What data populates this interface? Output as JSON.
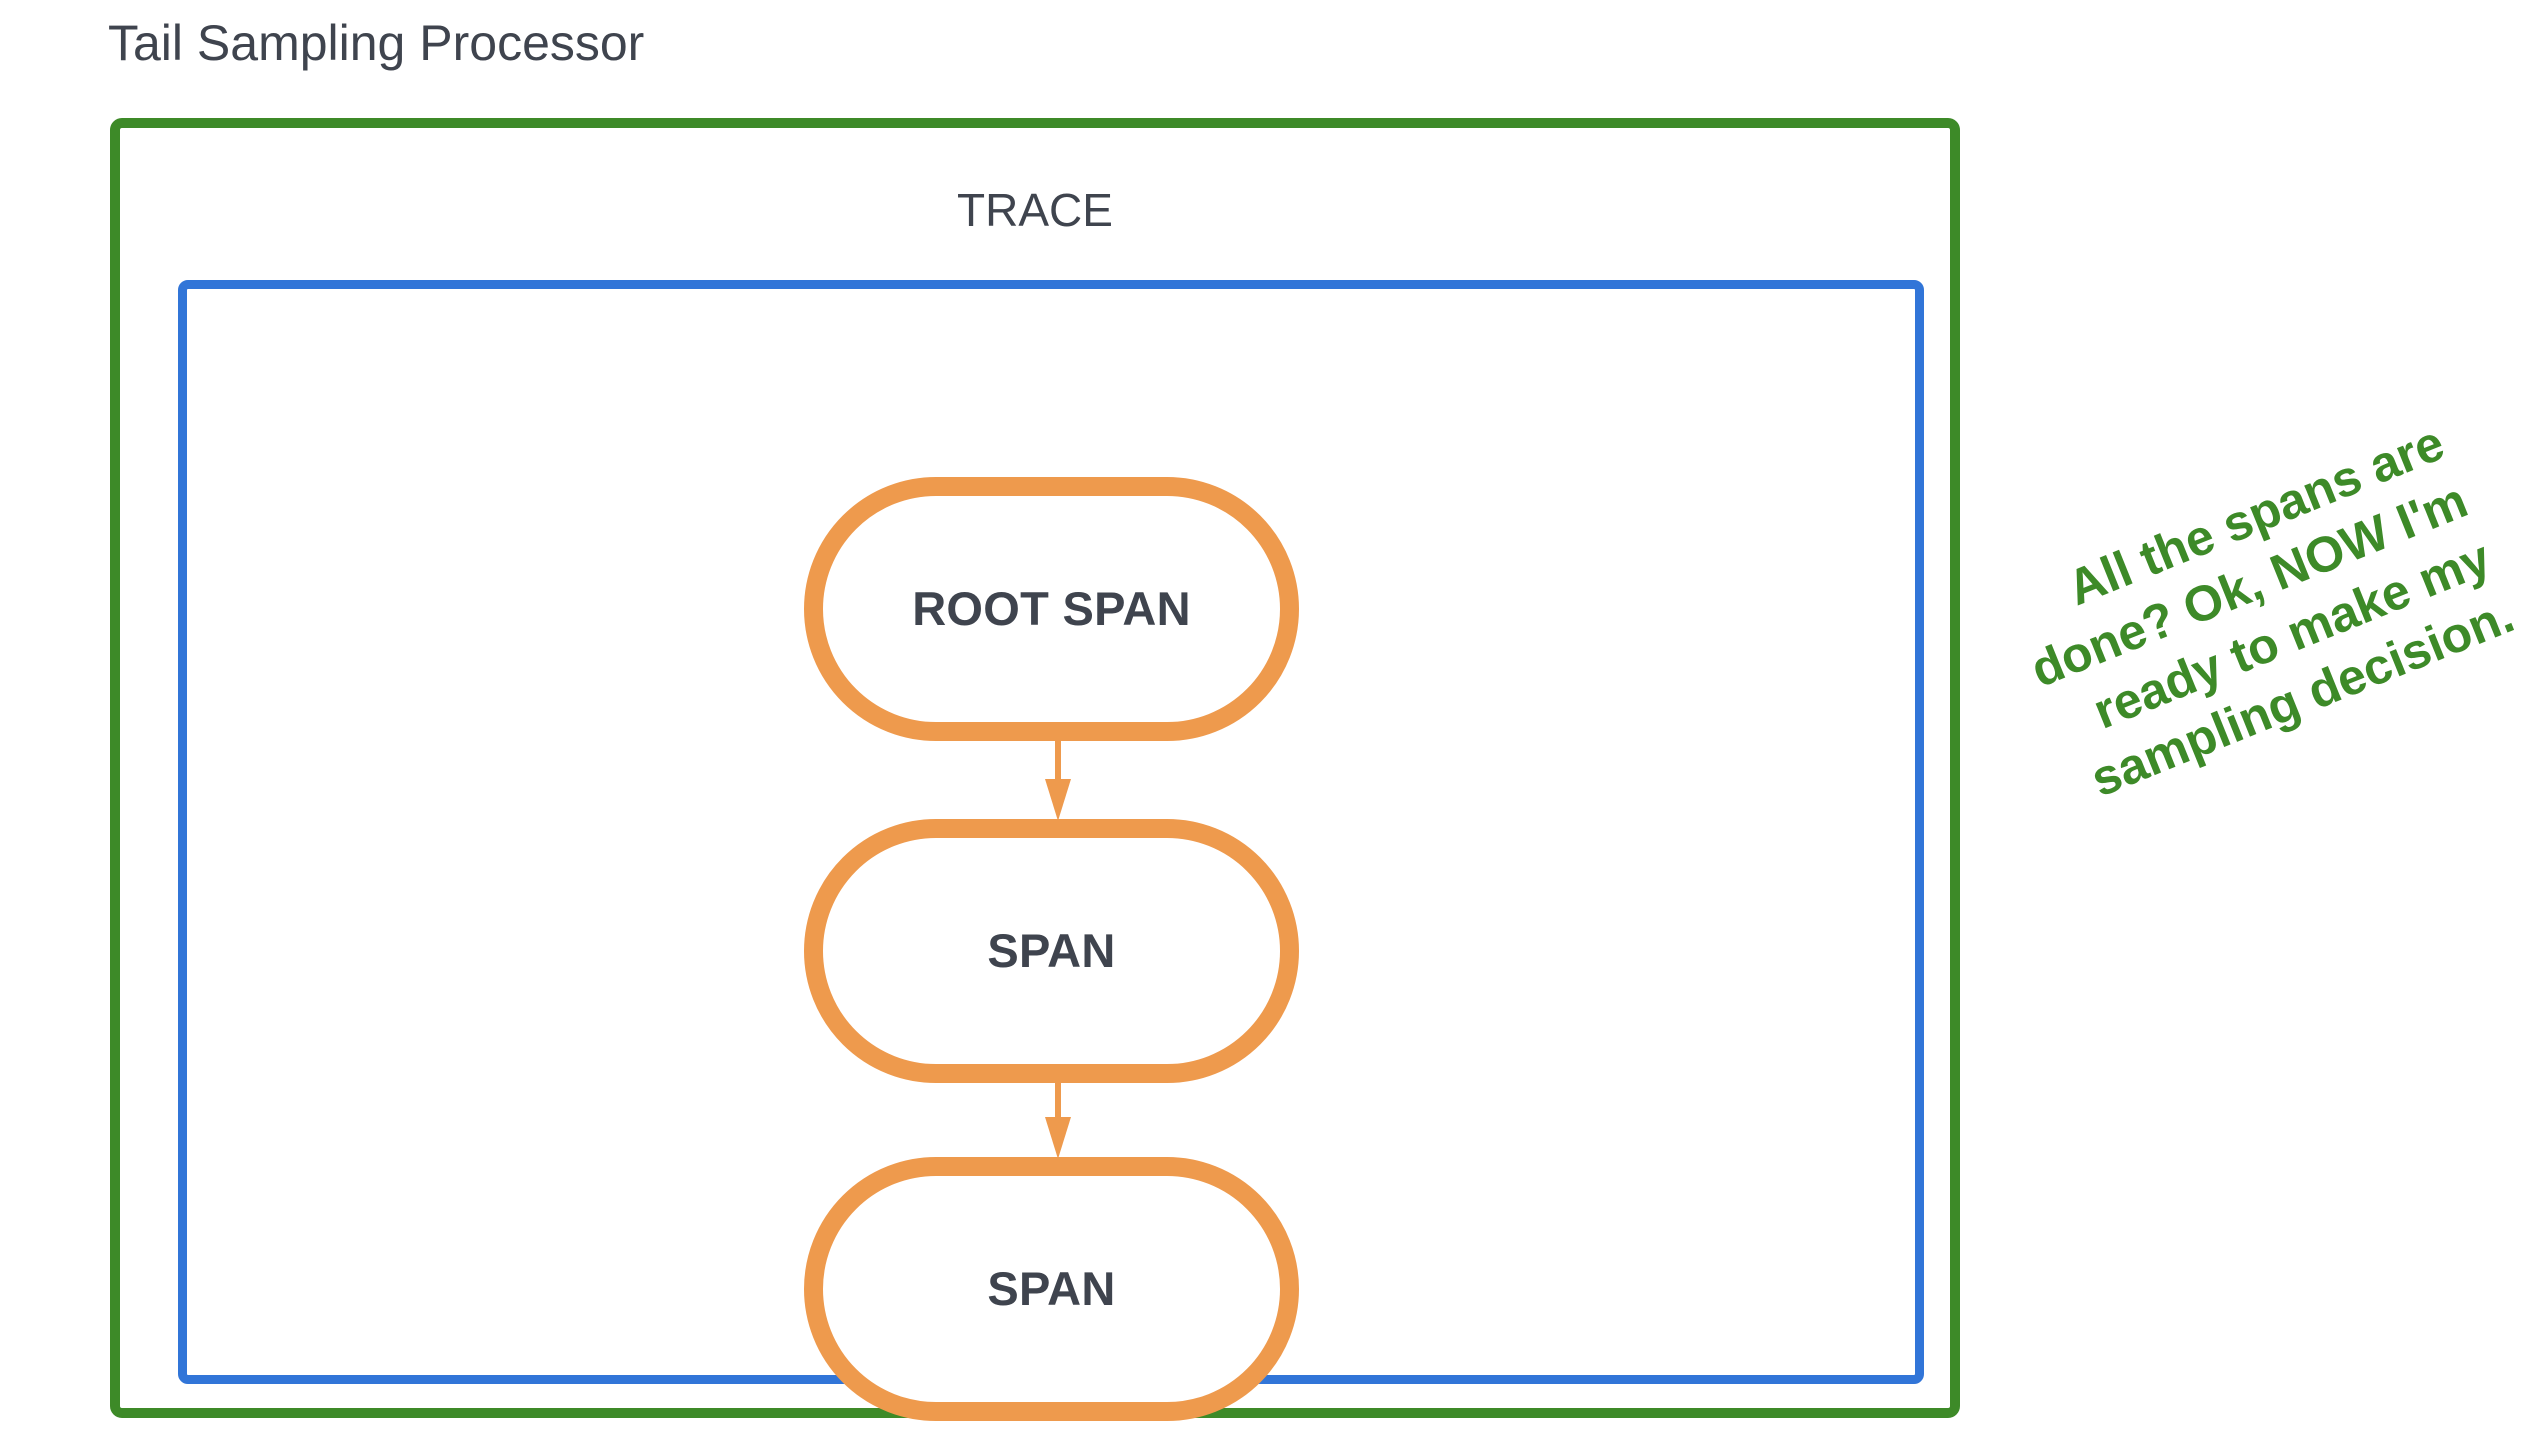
{
  "diagram": {
    "title": "Tail Sampling Processor",
    "trace_label": "TRACE",
    "spans": [
      {
        "id": "root-span",
        "label": "ROOT SPAN"
      },
      {
        "id": "child-span-1",
        "label": "SPAN"
      },
      {
        "id": "child-span-2",
        "label": "SPAN"
      }
    ],
    "annotation": {
      "text": "All the spans are done? Ok, NOW I'm ready to make my sampling decision."
    },
    "colors": {
      "processor_border": "#3d8a28",
      "trace_border": "#3175d8",
      "span_border": "#ee9a4d",
      "arrow": "#ee9a4d",
      "text": "#3f444e",
      "annotation_text": "#3d8a28",
      "background": "#ffffff"
    }
  }
}
